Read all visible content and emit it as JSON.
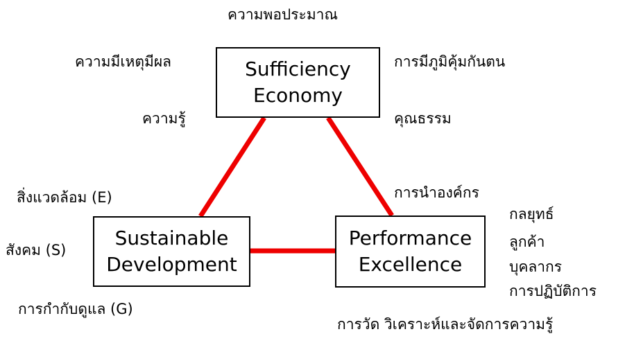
{
  "colors": {
    "edge": "#ee0000",
    "text": "#000000",
    "box_border": "#000000",
    "background": "#ffffff"
  },
  "nodes": {
    "sufficiency_economy": {
      "lines": [
        "Sufficiency",
        "Economy"
      ]
    },
    "sustainable_development": {
      "lines": [
        "Sustainable",
        "Development"
      ]
    },
    "performance_excellence": {
      "lines": [
        "Performance",
        "Excellence"
      ]
    }
  },
  "edges": [
    {
      "from": "sufficiency_economy",
      "to": "sustainable_development"
    },
    {
      "from": "sufficiency_economy",
      "to": "performance_excellence"
    },
    {
      "from": "sustainable_development",
      "to": "performance_excellence"
    }
  ],
  "labels": {
    "moderation": "ความพอประมาณ",
    "reasonableness": "ความมีเหตุมีผล",
    "self_immunity": "การมีภูมิคุ้มกันตน",
    "knowledge": "ความรู้",
    "morality": "คุณธรรม",
    "environment": "สิ่งแวดล้อม (E)",
    "social": "สังคม (S)",
    "governance": "การกำกับดูแล (G)",
    "leadership": "การนำองค์กร",
    "strategy": "กลยุทธ์",
    "customers": "ลูกค้า",
    "workforce": "บุคลากร",
    "operations": "การปฏิบัติการ",
    "measurement": "การวัด วิเคราะห์และจัดการความรู้"
  }
}
